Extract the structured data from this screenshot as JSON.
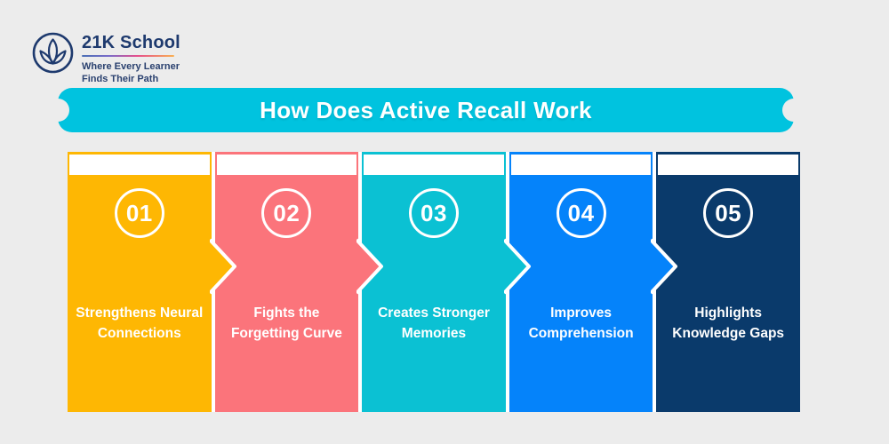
{
  "page": {
    "background_color": "#ECECEC"
  },
  "header": {
    "logo_icon": "lotus-icon",
    "brand_name": "21K School",
    "tagline_line1": "Where Every Learner",
    "tagline_line2": "Finds Their Path",
    "brand_color": "#1E3A6E",
    "underline_gradient": [
      "#4A6FB5",
      "#E64F8C",
      "#F9B153"
    ]
  },
  "banner": {
    "title": "How Does Active Recall Work",
    "background_color": "#00C3DF",
    "text_color": "#FFFFFF"
  },
  "steps": [
    {
      "number": "01",
      "label_line1": "Strengthens Neural",
      "label_line2": "Connections",
      "color": "#FEB703"
    },
    {
      "number": "02",
      "label_line1": "Fights the",
      "label_line2": "Forgetting Curve",
      "color": "#FB747B"
    },
    {
      "number": "03",
      "label_line1": "Creates Stronger",
      "label_line2": "Memories",
      "color": "#0BC1D3"
    },
    {
      "number": "04",
      "label_line1": "Improves",
      "label_line2": "Comprehension",
      "color": "#0583FA"
    },
    {
      "number": "05",
      "label_line1": "Highlights",
      "label_line2": "Knowledge Gaps",
      "color": "#0A3A6B"
    }
  ]
}
